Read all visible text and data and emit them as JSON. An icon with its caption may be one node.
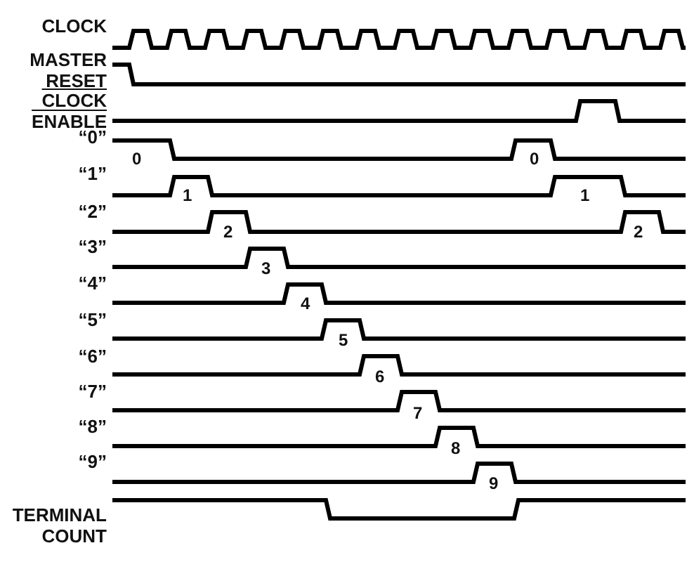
{
  "diagram": {
    "labels": [
      "CLOCK",
      "MASTER RESET",
      "CLOCK ENABLE",
      "“0”",
      "0",
      "0",
      "“1”",
      "1",
      "1",
      "“2”",
      "2",
      "2",
      "“3”",
      "3",
      "“4”",
      "4",
      "“5”",
      "5",
      "“6”",
      "6",
      "“7”",
      "7",
      "“8”",
      "8",
      "“9”",
      "9",
      "TERMINAL COUNT"
    ]
  }
}
